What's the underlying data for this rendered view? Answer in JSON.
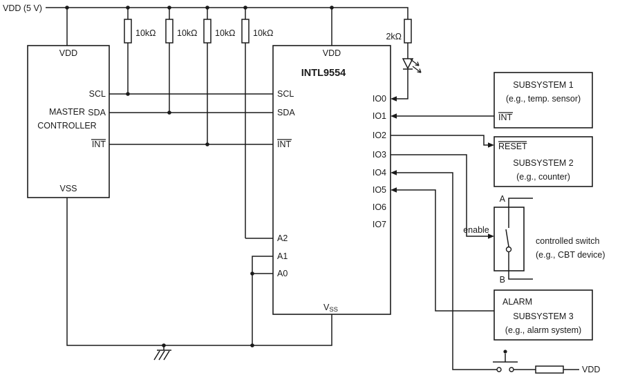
{
  "colors": {
    "line": "#1a1a1a",
    "background": "#ffffff"
  },
  "power": {
    "rail_label": "VDD (5 V)"
  },
  "master": {
    "name_line1": "MASTER",
    "name_line2": "CONTROLLER",
    "pin_vdd": "VDD",
    "pin_scl": "SCL",
    "pin_sda": "SDA",
    "pin_int": "INT",
    "pin_vss": "VSS"
  },
  "expander": {
    "name": "INTL9554",
    "pin_vdd": "VDD",
    "pin_scl": "SCL",
    "pin_sda": "SDA",
    "pin_int": "INT",
    "pin_a2": "A2",
    "pin_a1": "A1",
    "pin_a0": "A0",
    "pin_vss_base": "V",
    "pin_vss_sub": "SS",
    "io_pins": [
      "IO0",
      "IO1",
      "IO2",
      "IO3",
      "IO4",
      "IO5",
      "IO6",
      "IO7"
    ]
  },
  "resistors": {
    "pullup_scl": "10kΩ",
    "pullup_sda": "10kΩ",
    "pullup_int": "10kΩ",
    "pullup_a2": "10kΩ",
    "led_series": "2kΩ"
  },
  "subsystem1": {
    "title": "SUBSYSTEM 1",
    "subtitle": "(e.g., temp. sensor)",
    "pin_int": "INT"
  },
  "subsystem2": {
    "pin_reset": "RESET",
    "title": "SUBSYSTEM 2",
    "subtitle": "(e.g., counter)"
  },
  "controlled_switch": {
    "terminal_a": "A",
    "terminal_b": "B",
    "enable_label": "enable",
    "caption_line1": "controlled switch",
    "caption_line2": "(e.g., CBT device)"
  },
  "subsystem3": {
    "line1": "ALARM",
    "line2": "SUBSYSTEM 3",
    "line3": "(e.g., alarm system)"
  },
  "pushbutton": {
    "pull_label": "VDD"
  }
}
